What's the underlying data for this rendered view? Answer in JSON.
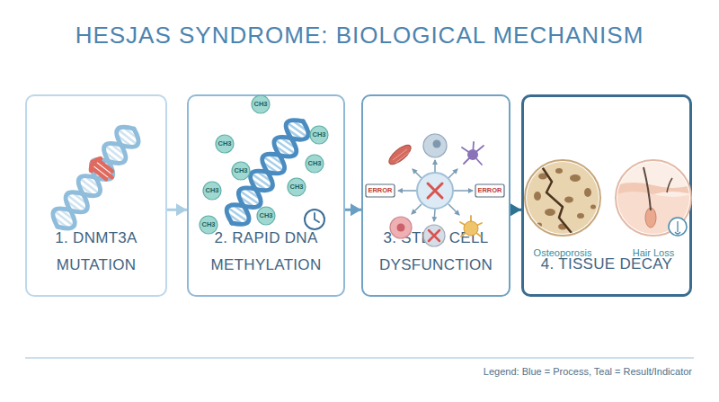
{
  "diagram": {
    "title": "HESJAS SYNDROME: BIOLOGICAL MECHANISM",
    "nodes": [
      {
        "text": [
          "1. DNMT3A MUTATION"
        ]
      },
      {
        "text": [
          "2. RAPID DNA METHYLATION"
        ]
      },
      {
        "text": [
          "3. STEM CELL DYSFUNCTION"
        ]
      },
      {
        "text": [
          "4. TISSUE DECAY"
        ]
      }
    ],
    "edges": [
      {
        "from": 0,
        "to": 1,
        "arrow": "to"
      },
      {
        "from": 1,
        "to": 2,
        "arrow": "to"
      },
      {
        "from": 2,
        "to": 3,
        "arrow": "to"
      }
    ],
    "labels": [
      "CH3",
      "CH3",
      "CH3",
      "CH3",
      "CH3",
      "CH3",
      "CH3",
      "CH3",
      "CH3",
      "ERROR",
      "ERROR",
      "Osteoporosis",
      "Hair Loss"
    ],
    "legend": [
      {
        "text": "Legend: Blue = Process, Teal = Result/Indicator"
      }
    ]
  }
}
